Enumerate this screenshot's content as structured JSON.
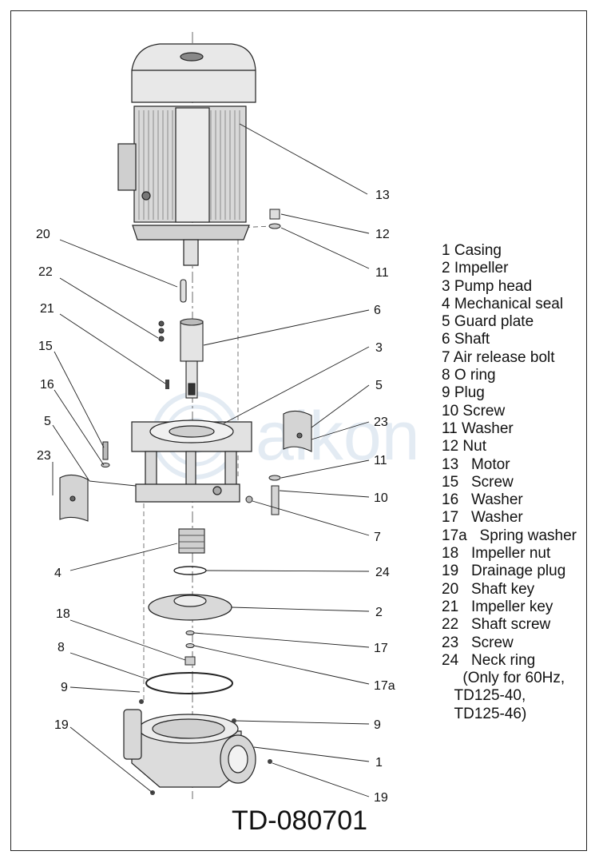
{
  "drawing_number": "TD-080701",
  "watermark": "aikon",
  "legend": [
    "1 Casing",
    "2 Impeller",
    "3 Pump head",
    "4 Mechanical seal",
    "5 Guard plate",
    "6 Shaft",
    "7 Air release bolt",
    "8 O ring",
    "9 Plug",
    "10 Screw",
    "11 Washer",
    "12 Nut",
    "13   Motor",
    "15   Screw",
    "16   Washer",
    "17   Washer",
    "17a   Spring washer",
    "18   Impeller nut",
    "19   Drainage plug",
    "20   Shaft key",
    "21   Impeller key",
    "22   Shaft screw",
    "23   Screw",
    "24   Neck ring",
    "     (Only for 60Hz,",
    "   TD125-40,",
    "   TD125-46)"
  ],
  "callouts": {
    "c13": "13",
    "c12": "12",
    "c11a": "11",
    "c20": "20",
    "c22": "22",
    "c21": "21",
    "c6": "6",
    "c3": "3",
    "c15": "15",
    "c16": "16",
    "c5a": "5",
    "c5b": "5",
    "c23a": "23",
    "c23b": "23",
    "c11b": "11",
    "c10": "10",
    "c7": "7",
    "c4": "4",
    "c24": "24",
    "c18": "18",
    "c2": "2",
    "c8": "8",
    "c17": "17",
    "c17a": "17a",
    "c9a": "9",
    "c9b": "9",
    "c19a": "19",
    "c19b": "19",
    "c1": "1"
  },
  "colors": {
    "line": "#222222",
    "part_fill": "#e6e6e6",
    "part_dark": "#b5b5b5",
    "watermark": "#dfe8f2"
  }
}
